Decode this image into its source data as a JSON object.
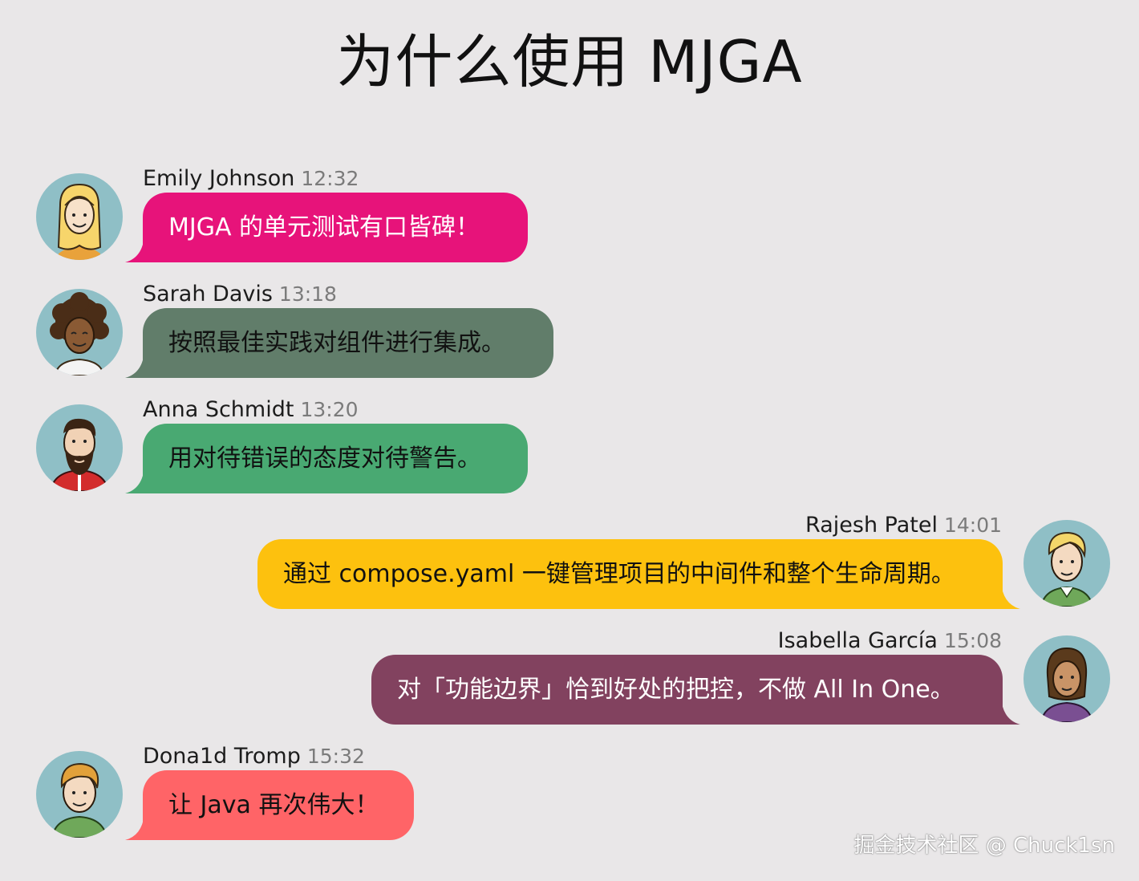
{
  "title": "为什么使用 MJGA",
  "messages": [
    {
      "name": "Emily Johnson",
      "time": "12:32",
      "text": "MJGA 的单元测试有口皆碑！",
      "color": "#e7137a",
      "text_color": "#ffffff",
      "side": "left",
      "avatar": "woman-blonde-avatar"
    },
    {
      "name": "Sarah Davis",
      "time": "13:18",
      "text": "按照最佳实践对组件进行集成。",
      "color": "#617d6a",
      "text_color": "#111111",
      "side": "left",
      "avatar": "woman-curly-avatar"
    },
    {
      "name": "Anna Schmidt",
      "time": "13:20",
      "text": "用对待错误的态度对待警告。",
      "color": "#49a972",
      "text_color": "#111111",
      "side": "left",
      "avatar": "man-bearded-avatar"
    },
    {
      "name": "Rajesh Patel",
      "time": "14:01",
      "text": "通过 compose.yaml 一键管理项目的中间件和整个生命周期。",
      "color": "#fdc10e",
      "text_color": "#111111",
      "side": "right",
      "avatar": "man-blonde-avatar"
    },
    {
      "name": "Isabella García",
      "time": "15:08",
      "text": "对「功能边界」恰到好处的把控，不做 All In One。",
      "color": "#82425f",
      "text_color": "#ffffff",
      "side": "right",
      "avatar": "woman-brown-hair-avatar"
    },
    {
      "name": "Dona1d Tromp",
      "time": "15:32",
      "text": "让 Java 再次伟大！",
      "color": "#ff6467",
      "text_color": "#111111",
      "side": "left",
      "avatar": "man-ginger-avatar"
    }
  ],
  "watermark": "掘金技术社区 @ Chuck1sn"
}
